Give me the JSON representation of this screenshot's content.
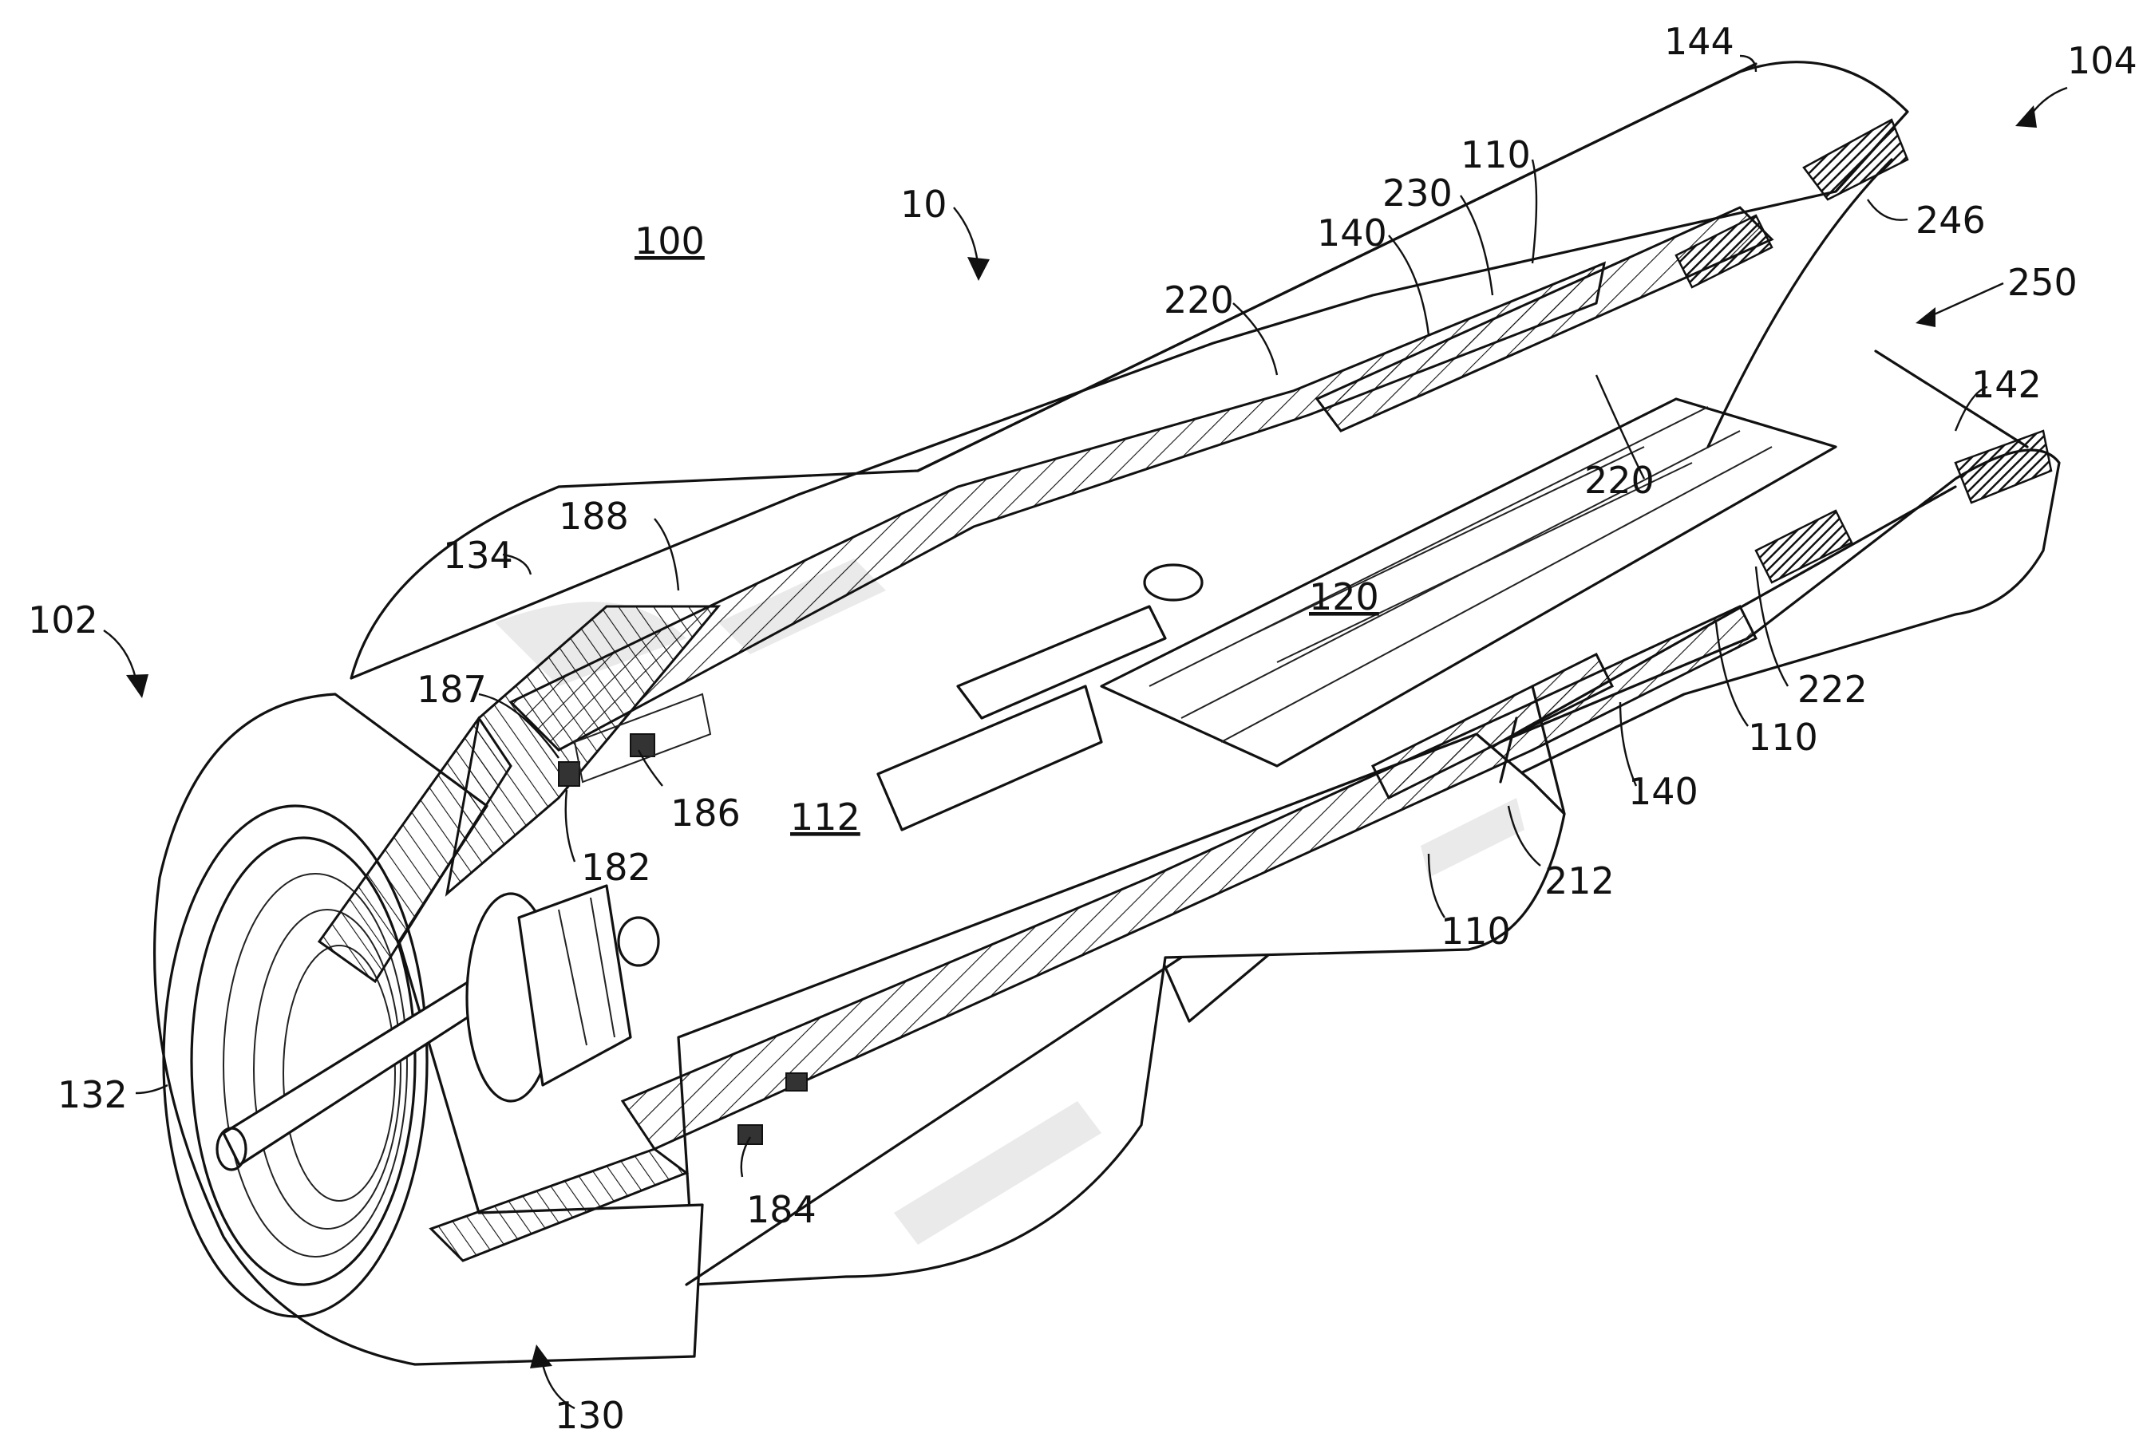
{
  "labels": {
    "l104": "104",
    "l144": "144",
    "l246": "246",
    "l250": "250",
    "l142": "142",
    "l110a": "110",
    "l230": "230",
    "l140a": "140",
    "l10": "10",
    "l100": "100",
    "l220a": "220",
    "l220b": "220",
    "l120": "120",
    "l222": "222",
    "l110b": "110",
    "l140b": "140",
    "l188": "188",
    "l134": "134",
    "l102": "102",
    "l187": "187",
    "l186": "186",
    "l112": "112",
    "l182": "182",
    "l212": "212",
    "l110c": "110",
    "l132": "132",
    "l184": "184",
    "l130": "130"
  },
  "colors": {
    "ink": "#111111",
    "background": "#ffffff"
  }
}
